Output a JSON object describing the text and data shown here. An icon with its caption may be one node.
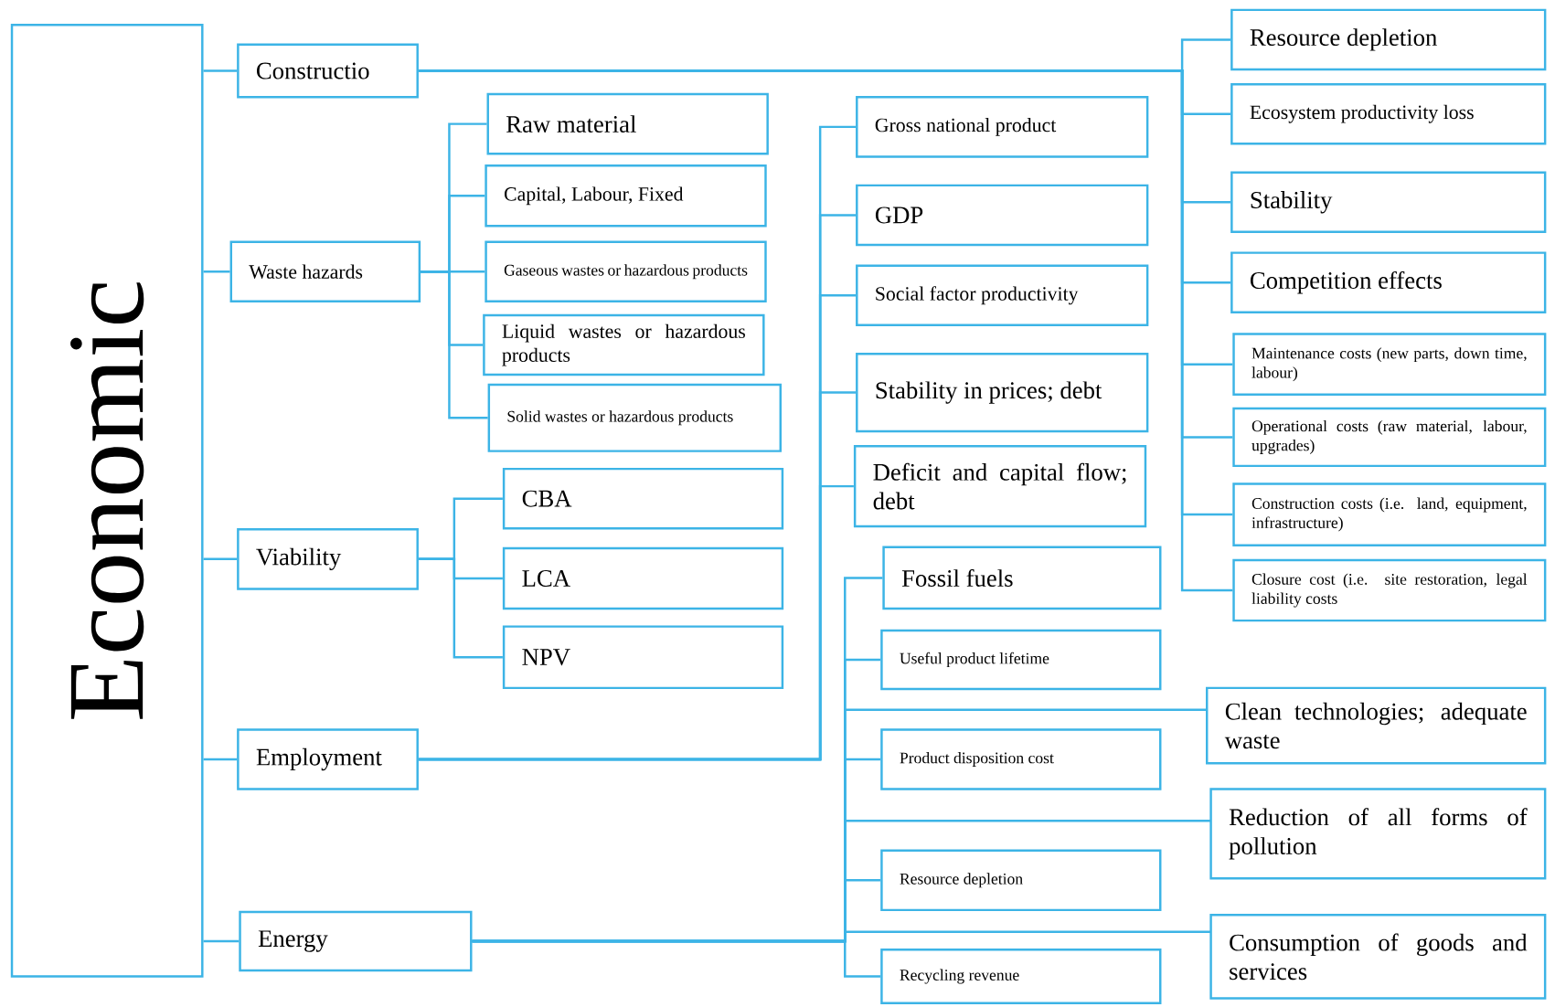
{
  "diagram": {
    "nodes": [
      {
        "text": [
          "Economic"
        ]
      },
      {
        "text": [
          "Constructio"
        ]
      },
      {
        "text": [
          "Resource depletion"
        ]
      },
      {
        "text": [
          "Ecosystem productivity loss"
        ]
      },
      {
        "text": [
          "Stability"
        ]
      },
      {
        "text": [
          "Competition effects"
        ]
      },
      {
        "text": [
          "Maintenance costs (new parts, down time, labour)"
        ]
      },
      {
        "text": [
          "Operational costs (raw material, labour, upgrades)"
        ]
      },
      {
        "text": [
          "Construction costs (i.e. land, equipment, infrastructure)"
        ]
      },
      {
        "text": [
          "Closure cost (i.e. site restoration, legal liability costs"
        ]
      },
      {
        "text": [
          "Waste hazards"
        ]
      },
      {
        "text": [
          "Raw material"
        ]
      },
      {
        "text": [
          "Capital, Labour, Fixed"
        ]
      },
      {
        "text": [
          "Gaseous wastes or hazardous products"
        ]
      },
      {
        "text": [
          "Liquid wastes or hazardous products"
        ]
      },
      {
        "text": [
          "Solid wastes or hazardous products"
        ]
      },
      {
        "text": [
          "Viability"
        ]
      },
      {
        "text": [
          "CBA"
        ]
      },
      {
        "text": [
          "LCA"
        ]
      },
      {
        "text": [
          "NPV"
        ]
      },
      {
        "text": [
          "Employment"
        ]
      },
      {
        "text": [
          "Gross national product"
        ]
      },
      {
        "text": [
          "GDP"
        ]
      },
      {
        "text": [
          "Social factor productivity"
        ]
      },
      {
        "text": [
          "Stability in prices; debt"
        ]
      },
      {
        "text": [
          "Deficit and capital flow; debt"
        ]
      },
      {
        "text": [
          "Energy"
        ]
      },
      {
        "text": [
          "Fossil fuels"
        ]
      },
      {
        "text": [
          "Useful product lifetime"
        ]
      },
      {
        "text": [
          "Clean technologies; adequate waste"
        ]
      },
      {
        "text": [
          "Product disposition cost"
        ]
      },
      {
        "text": [
          "Reduction of all forms of pollution"
        ]
      },
      {
        "text": [
          "Resource depletion"
        ]
      },
      {
        "text": [
          "Consumption of goods and services"
        ]
      },
      {
        "text": [
          "Recycling revenue"
        ]
      }
    ],
    "edges": [
      {
        "from": 0,
        "to": 1,
        "arrow": "none"
      },
      {
        "from": 0,
        "to": 10,
        "arrow": "none"
      },
      {
        "from": 0,
        "to": 16,
        "arrow": "none"
      },
      {
        "from": 0,
        "to": 20,
        "arrow": "none"
      },
      {
        "from": 0,
        "to": 26,
        "arrow": "none"
      },
      {
        "from": 1,
        "to": 2,
        "arrow": "none"
      },
      {
        "from": 1,
        "to": 3,
        "arrow": "none"
      },
      {
        "from": 1,
        "to": 4,
        "arrow": "none"
      },
      {
        "from": 1,
        "to": 5,
        "arrow": "none"
      },
      {
        "from": 1,
        "to": 6,
        "arrow": "none"
      },
      {
        "from": 1,
        "to": 7,
        "arrow": "none"
      },
      {
        "from": 1,
        "to": 8,
        "arrow": "none"
      },
      {
        "from": 1,
        "to": 9,
        "arrow": "none"
      },
      {
        "from": 10,
        "to": 11,
        "arrow": "none"
      },
      {
        "from": 10,
        "to": 12,
        "arrow": "none"
      },
      {
        "from": 10,
        "to": 13,
        "arrow": "none"
      },
      {
        "from": 10,
        "to": 14,
        "arrow": "none"
      },
      {
        "from": 10,
        "to": 15,
        "arrow": "none"
      },
      {
        "from": 16,
        "to": 17,
        "arrow": "none"
      },
      {
        "from": 16,
        "to": 18,
        "arrow": "none"
      },
      {
        "from": 16,
        "to": 19,
        "arrow": "none"
      },
      {
        "from": 20,
        "to": 21,
        "arrow": "none"
      },
      {
        "from": 20,
        "to": 22,
        "arrow": "none"
      },
      {
        "from": 20,
        "to": 23,
        "arrow": "none"
      },
      {
        "from": 20,
        "to": 24,
        "arrow": "none"
      },
      {
        "from": 20,
        "to": 25,
        "arrow": "none"
      },
      {
        "from": 26,
        "to": 27,
        "arrow": "none"
      },
      {
        "from": 26,
        "to": 28,
        "arrow": "none"
      },
      {
        "from": 26,
        "to": 29,
        "arrow": "none"
      },
      {
        "from": 26,
        "to": 30,
        "arrow": "none"
      },
      {
        "from": 26,
        "to": 31,
        "arrow": "none"
      },
      {
        "from": 26,
        "to": 32,
        "arrow": "none"
      },
      {
        "from": 26,
        "to": 33,
        "arrow": "none"
      },
      {
        "from": 26,
        "to": 34,
        "arrow": "none"
      }
    ]
  }
}
